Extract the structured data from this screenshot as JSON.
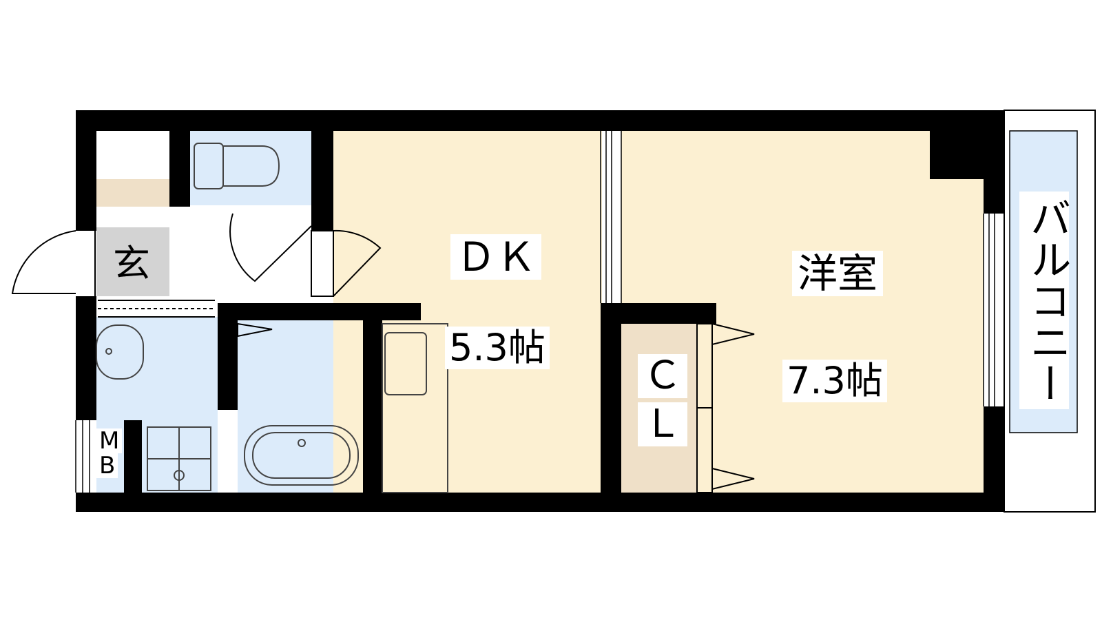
{
  "rooms": {
    "entrance": {
      "label": "玄"
    },
    "dk": {
      "label": "ＤＫ",
      "size": "5.3帖"
    },
    "western_room": {
      "label": "洋室",
      "size": "7.3帖"
    },
    "closet": {
      "label_top": "Ｃ",
      "label_bottom": "Ｌ"
    },
    "meter_box": {
      "label_top": "M",
      "label_bottom": "B"
    },
    "balcony": {
      "label": "バルコニー"
    }
  },
  "colors": {
    "wall": "#000000",
    "room_floor": "#fcf0d2",
    "wet_area": "#dcebfa",
    "storage": "#efe0c8",
    "entrance_floor": "#d3d3d3",
    "fixture_line": "#444444"
  }
}
